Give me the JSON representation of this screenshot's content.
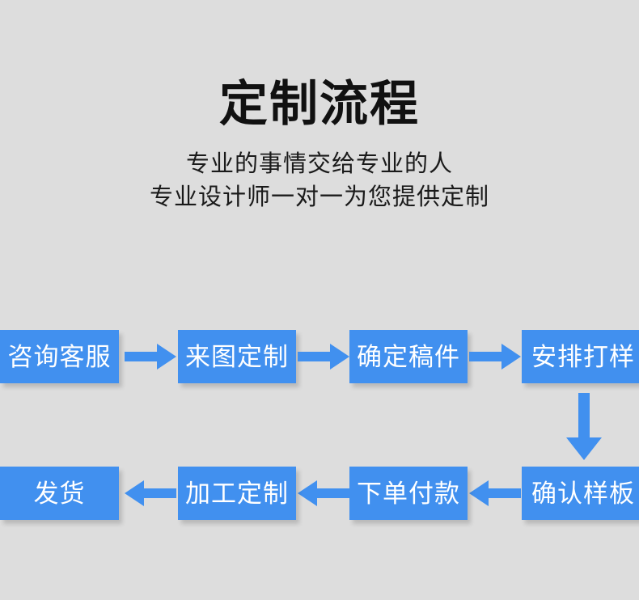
{
  "header": {
    "title": "定制流程",
    "subtitle_lines": [
      "专业的事情交给专业的人",
      "专业设计师一对一为您提供定制"
    ]
  },
  "theme": {
    "background_color": "#dddddd",
    "node_color": "#4190ef",
    "node_text_color": "#ffffff",
    "arrow_color": "#4190ef",
    "title_color": "#111111"
  },
  "flow": {
    "row1": [
      {
        "id": "step-1",
        "label": "咨询客服"
      },
      {
        "id": "step-2",
        "label": "来图定制"
      },
      {
        "id": "step-3",
        "label": "确定稿件"
      },
      {
        "id": "step-4",
        "label": "安排打样"
      }
    ],
    "row2": [
      {
        "id": "step-8",
        "label": "发货"
      },
      {
        "id": "step-7",
        "label": "加工定制"
      },
      {
        "id": "step-6",
        "label": "下单付款"
      },
      {
        "id": "step-5",
        "label": "确认样板"
      }
    ],
    "connectors": [
      {
        "id": "arrow-1-2",
        "direction": "right"
      },
      {
        "id": "arrow-2-3",
        "direction": "right"
      },
      {
        "id": "arrow-3-4",
        "direction": "right"
      },
      {
        "id": "arrow-4-5",
        "direction": "down"
      },
      {
        "id": "arrow-5-6",
        "direction": "left"
      },
      {
        "id": "arrow-6-7",
        "direction": "left"
      },
      {
        "id": "arrow-7-8",
        "direction": "left"
      }
    ]
  }
}
